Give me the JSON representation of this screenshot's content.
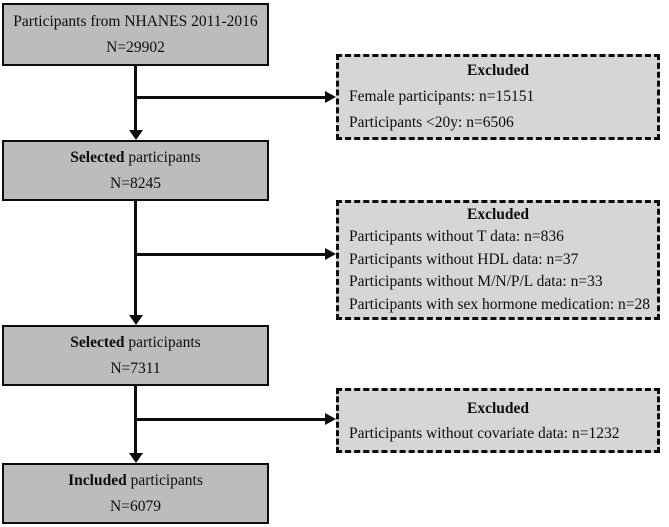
{
  "flowchart": {
    "colors": {
      "main_box_fill": "#bcbcbc",
      "excluded_box_fill": "#d6d6d6",
      "border_and_arrows": "#0d0d0d",
      "background": "#ffffff"
    },
    "main_boxes": [
      {
        "title_bold": "",
        "title_rest": "Participants from NHANES 2011-2016",
        "n": "N=29902"
      },
      {
        "title_bold": "Selected",
        "title_rest": " participants",
        "n": "N=8245"
      },
      {
        "title_bold": "Selected",
        "title_rest": " participants",
        "n": "N=7311"
      },
      {
        "title_bold": "Included",
        "title_rest": " participants",
        "n": "N=6079"
      }
    ],
    "excluded_boxes": [
      {
        "heading": "Excluded",
        "lines": [
          "Female participants: n=15151",
          "Participants <20y: n=6506"
        ]
      },
      {
        "heading": "Excluded",
        "lines": [
          "Participants without T data: n=836",
          "Participants without HDL data: n=37",
          "Participants without M/N/P/L data: n=33",
          "Participants with sex hormone medication: n=28"
        ]
      },
      {
        "heading": "Excluded",
        "lines": [
          "Participants without covariate data: n=1232"
        ]
      }
    ]
  }
}
